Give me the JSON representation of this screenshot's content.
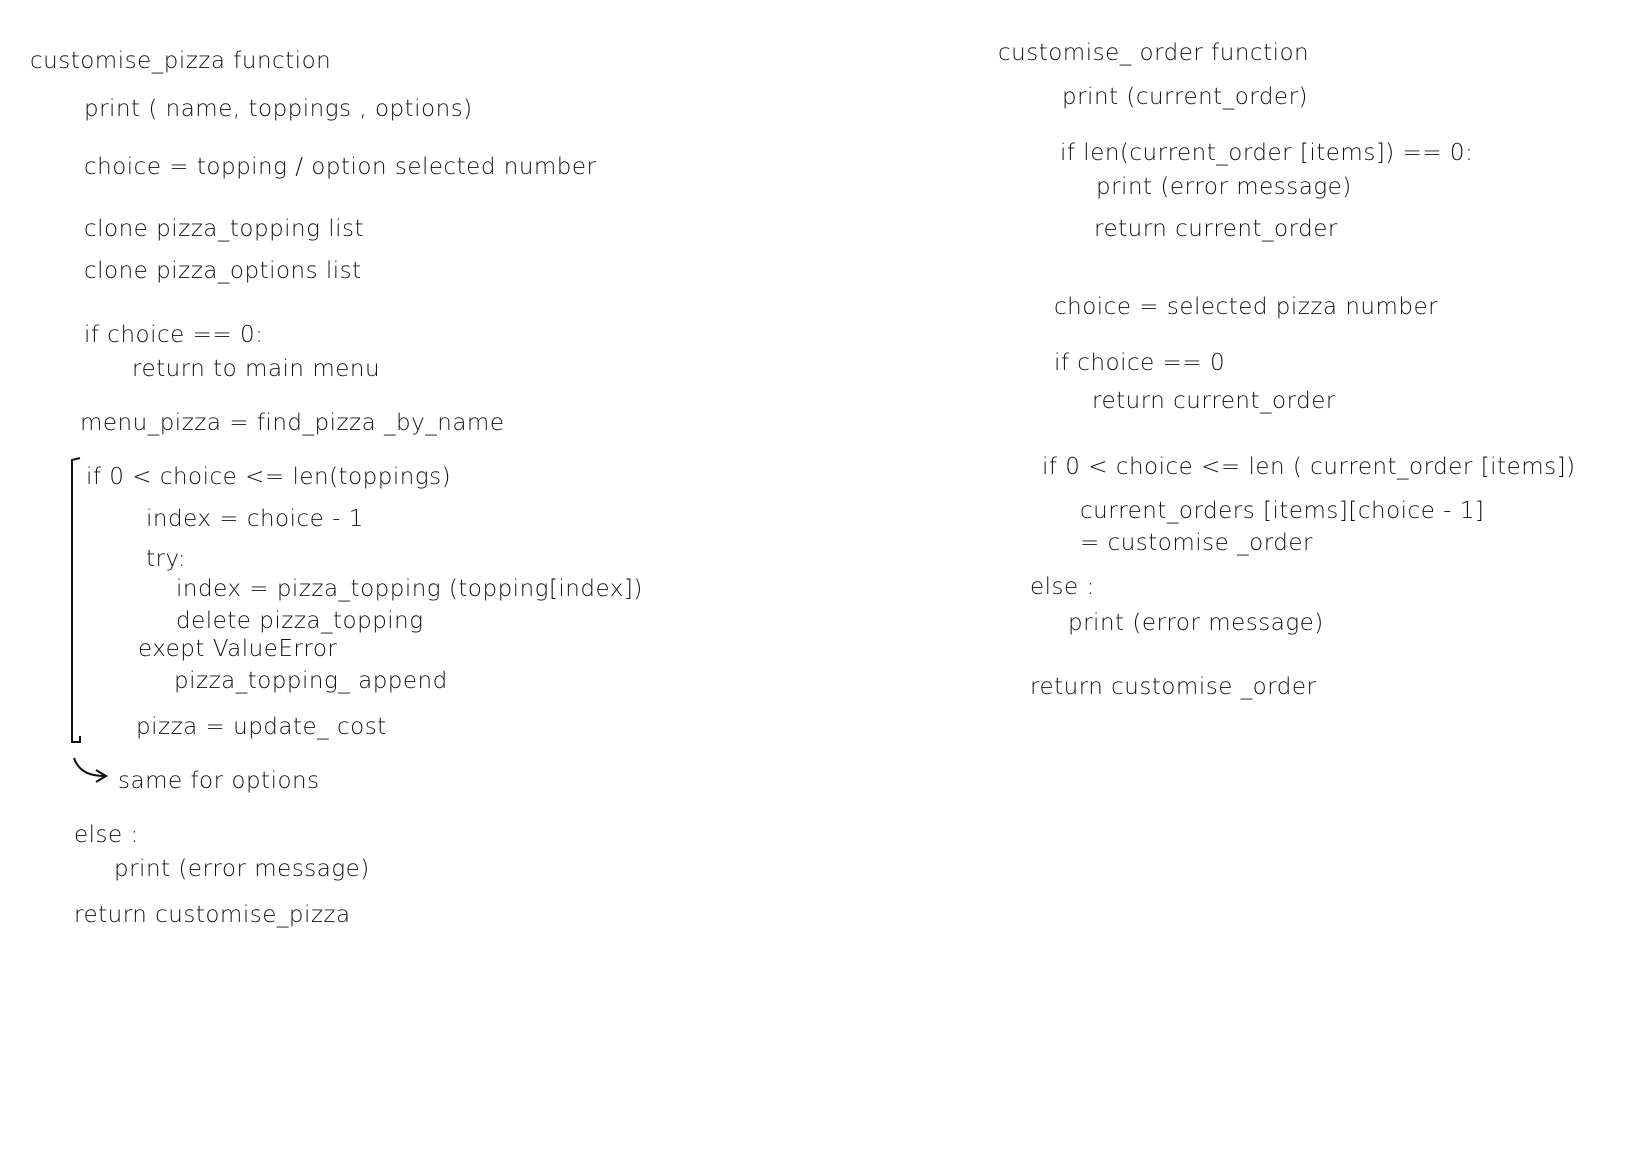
{
  "left": {
    "title": "customise_pizza  function",
    "lines": [
      "print ( name, toppings , options)",
      "choice = topping / option  selected  number",
      "clone pizza_topping  list",
      "clone pizza_options  list",
      "if  choice  == 0:",
      "return to main menu",
      "menu_pizza  =  find_pizza _by_name",
      "if  0 <  choice  <=  len(toppings)",
      "index  =  choice  - 1",
      "try:",
      "index = pizza_topping (topping[index])",
      "delete  pizza_topping",
      "exept  ValueError",
      "pizza_topping_ append",
      "pizza  =  update_ cost",
      "same  for  options",
      "else :",
      "print (error  message)",
      "return  customise_pizza"
    ]
  },
  "right": {
    "title": "customise_ order  function",
    "lines": [
      "print (current_order)",
      "if  len(current_order [items]) ==  0:",
      "print (error  message)",
      "return  current_order",
      "choice   =  selected  pizza  number",
      "if  choice  == 0",
      "return  current_order",
      "if  0 <  choice  <=  len ( current_order [items])",
      "current_orders [items][choice - 1]",
      "=  customise _order",
      "else :",
      "print (error  message)",
      "return  customise _order"
    ]
  }
}
